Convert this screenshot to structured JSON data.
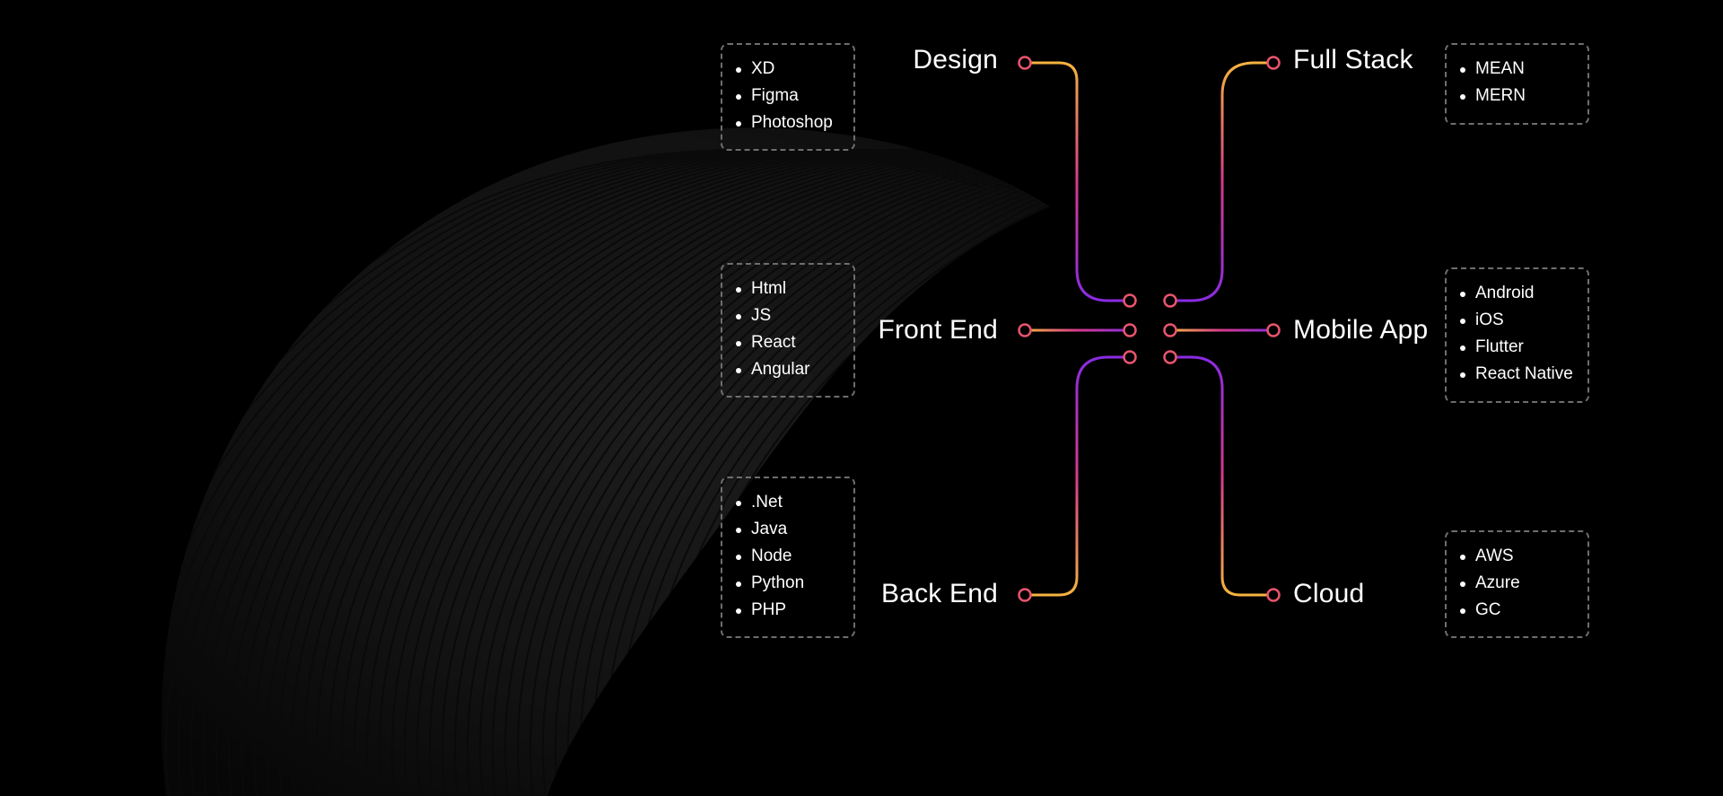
{
  "colors": {
    "background": "#000000",
    "gradient_purple": "#8a2be2",
    "gradient_magenta": "#d63a8c",
    "gradient_orange": "#f5b340",
    "node_stroke": "#e8546d",
    "box_border": "#6e6e6e"
  },
  "categories": {
    "design": {
      "label": "Design",
      "items": [
        "XD",
        "Figma",
        "Photoshop"
      ]
    },
    "front_end": {
      "label": "Front End",
      "items": [
        "Html",
        "JS",
        "React",
        "Angular"
      ]
    },
    "back_end": {
      "label": "Back End",
      "items": [
        ".Net",
        "Java",
        "Node",
        "Python",
        "PHP"
      ]
    },
    "full_stack": {
      "label": "Full Stack",
      "items": [
        "MEAN",
        "MERN"
      ]
    },
    "mobile_app": {
      "label": "Mobile App",
      "items": [
        "Android",
        "iOS",
        "Flutter",
        "React Native"
      ]
    },
    "cloud": {
      "label": "Cloud",
      "items": [
        "AWS",
        "Azure",
        "GC"
      ]
    }
  }
}
